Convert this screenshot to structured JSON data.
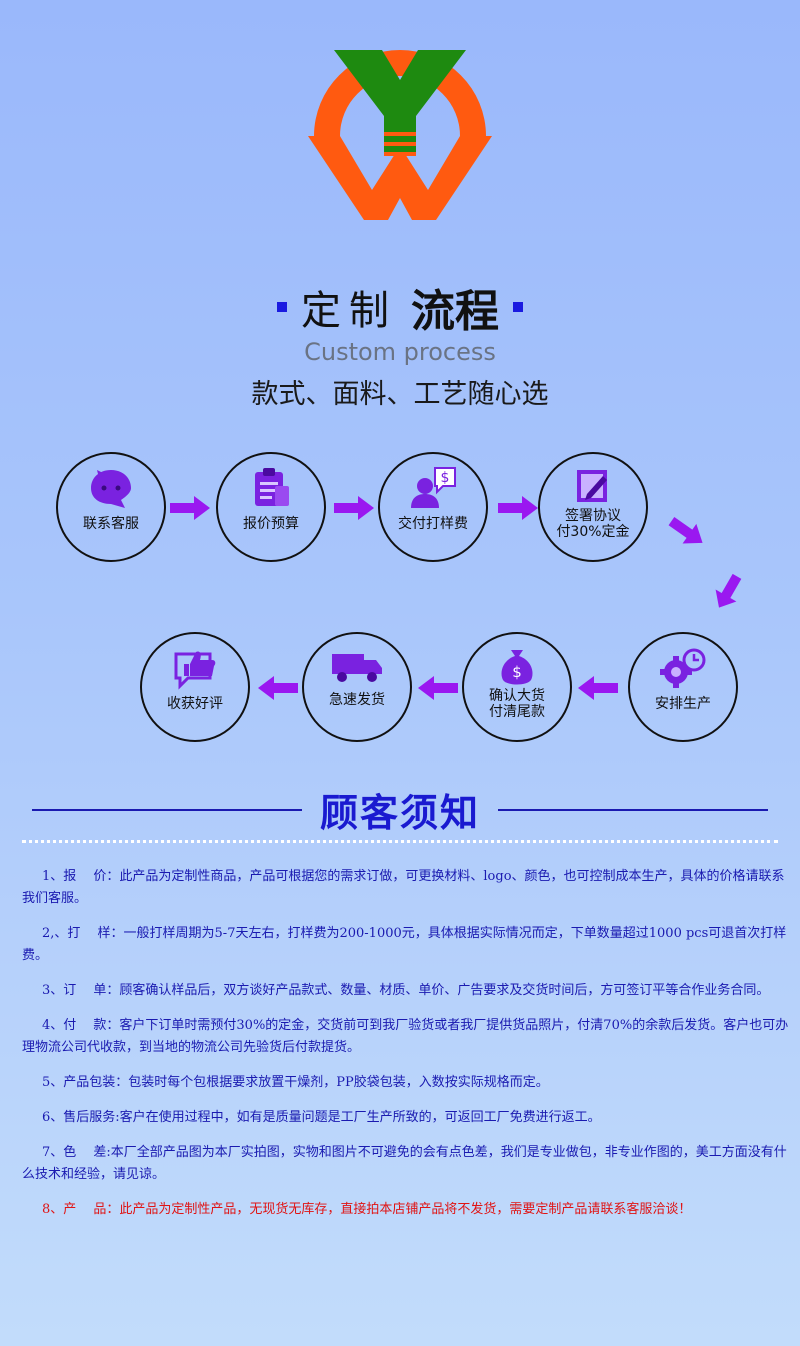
{
  "header": {
    "title_light": "定制",
    "title_bold": "流程",
    "title_en": "Custom process",
    "subtitle": "款式、面料、工艺随心选"
  },
  "colors": {
    "logo_orange": "#ff5a10",
    "logo_green": "#1e8a10",
    "icon_purple": "#7a22e0",
    "arrow_purple": "#9a18f0",
    "notice_blue": "#1a1ad0",
    "notice_red": "#e01414"
  },
  "process": {
    "steps": [
      {
        "label": "联系客服",
        "icon": "chat-bubble-icon"
      },
      {
        "label": "报价预算",
        "icon": "clipboard-icon"
      },
      {
        "label": "交付打样费",
        "icon": "payment-person-icon"
      },
      {
        "label": "签署协议",
        "label2": "付30%定金",
        "icon": "sign-document-icon"
      },
      {
        "label": "安排生产",
        "icon": "gear-icon"
      },
      {
        "label": "确认大货",
        "label2": "付清尾款",
        "icon": "money-bag-icon"
      },
      {
        "label": "急速发货",
        "icon": "truck-icon"
      },
      {
        "label": "收获好评",
        "icon": "thumbs-up-icon"
      }
    ]
  },
  "notice": {
    "title": "顾客须知",
    "items": [
      {
        "text": "1、报　 价：此产品为定制性商品，产品可根据您的需求订做，可更换材料、logo、颜色，也可控制成本生产，具体的价格请联系我们客服。"
      },
      {
        "text": "2,、打　 样：一般打样周期为5-7天左右，打样费为200-1000元，具体根据实际情况而定，下单数量超过1000 pcs可退首次打样费。"
      },
      {
        "text": "3、订　 单：顾客确认样品后，双方谈好产品款式、数量、材质、单价、广告要求及交货时间后，方可签订平等合作业务合同。"
      },
      {
        "text": "4、付　 款：客户下订单时需预付30%的定金，交货前可到我厂验货或者我厂提供货品照片，付清70%的余款后发货。客户也可办理物流公司代收款，到当地的物流公司先验货后付款提货。"
      },
      {
        "text": "5、产品包装：包装时每个包根据要求放置干燥剂，PP胶袋包装，入数按实际规格而定。"
      },
      {
        "text": "6、售后服务:客户在使用过程中，如有是质量问题是工厂生产所致的，可返回工厂免费进行返工。"
      },
      {
        "text": "7、色　 差:本厂全部产品图为本厂实拍图，实物和图片不可避免的会有点色差，我们是专业做包，非专业作图的，美工方面没有什么技术和经验，请见谅。"
      },
      {
        "text": "8、产　 品：此产品为定制性产品，无现货无库存，直接拍本店铺产品将不发货，需要定制产品请联系客服洽谈！"
      }
    ]
  }
}
